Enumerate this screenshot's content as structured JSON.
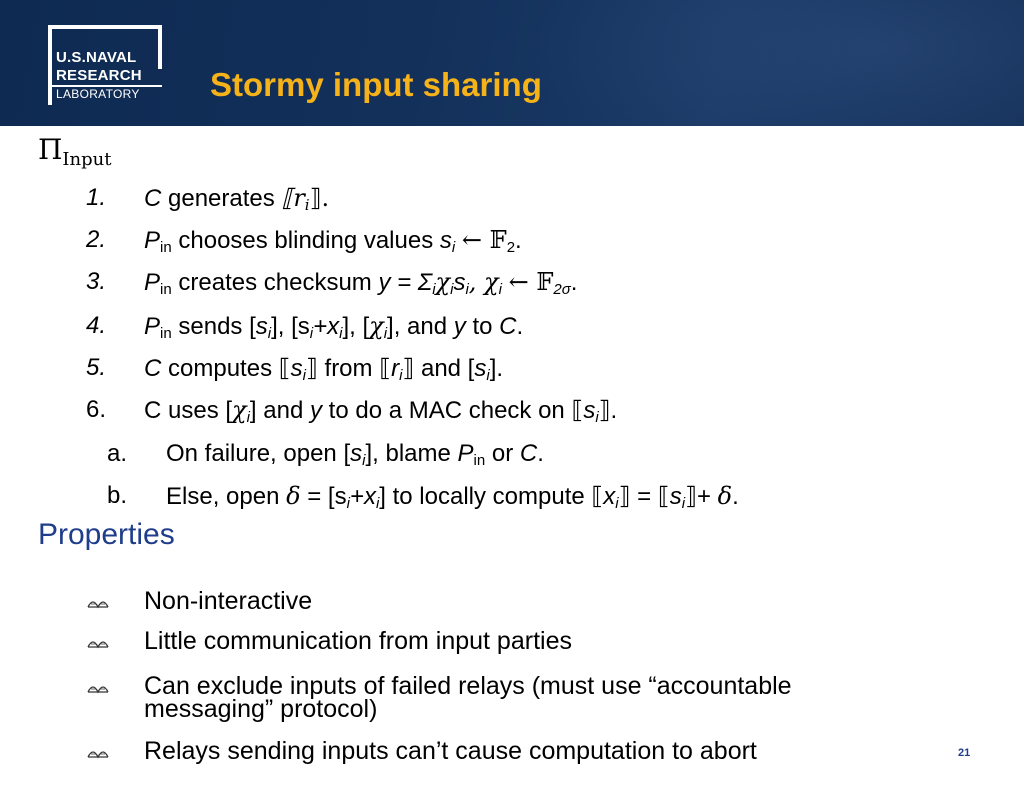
{
  "header": {
    "logo_line1": "U.S.NAVAL",
    "logo_line2": "RESEARCH",
    "logo_line3": "LABORATORY",
    "title": "Stormy input sharing"
  },
  "protocol": {
    "pi_symbol": "Π",
    "pi_subscript": "Input"
  },
  "steps": [
    {
      "num": "1.",
      "parts": [
        "C",
        "generates",
        "⟦r",
        "i",
        "⟧."
      ]
    },
    {
      "num": "2.",
      "parts": [
        "P",
        "in",
        "chooses blinding values",
        "s",
        "i",
        "← 𝔽",
        "2",
        "."
      ]
    },
    {
      "num": "3.",
      "parts": [
        "P",
        "in",
        "creates checksum",
        "y = Σ",
        "i",
        "χ",
        "i",
        "s",
        "i",
        ", χ",
        "i",
        "← 𝔽",
        "2σ",
        "."
      ]
    },
    {
      "num": "4.",
      "parts": [
        "P",
        "in",
        "sends [",
        "s",
        "i",
        "], [s",
        "i",
        "+",
        "x",
        "i",
        "], [",
        "χ",
        "i",
        "], and",
        "y",
        "to",
        "C",
        "."
      ]
    },
    {
      "num": "5.",
      "parts": [
        "C",
        "computes ⟦",
        "s",
        "i",
        "⟧ from ⟦",
        "r",
        "i",
        "⟧ and [",
        "s",
        "i",
        "]."
      ]
    },
    {
      "num": "6.",
      "parts": [
        "C uses [",
        "χ",
        "i",
        "] and",
        "y",
        "to do a MAC check on ⟦",
        "s",
        "i",
        "⟧."
      ]
    }
  ],
  "substeps": [
    {
      "label": "a.",
      "parts": [
        "On failure, open [",
        "s",
        "i",
        "], blame",
        "P",
        "in",
        "or",
        "C",
        "."
      ]
    },
    {
      "label": "b.",
      "parts": [
        "Else, open",
        "δ",
        "= [s",
        "i",
        "+",
        "x",
        "i",
        "] to locally compute ⟦",
        "x",
        "i",
        "⟧ = ⟦",
        "s",
        "i",
        "⟧+",
        "δ",
        "."
      ]
    }
  ],
  "properties_heading": "Properties",
  "properties": [
    "Non-interactive",
    "Little communication from input parties",
    "Can exclude inputs of failed relays (must use “accountable",
    "messaging” protocol)",
    "Relays sending inputs can’t cause computation to abort"
  ],
  "page_number": "21",
  "colors": {
    "header_bg": "#12305a",
    "title": "#f6b219",
    "accent": "#1f3d8a"
  },
  "icons": {
    "bullet": "open-book-icon"
  }
}
